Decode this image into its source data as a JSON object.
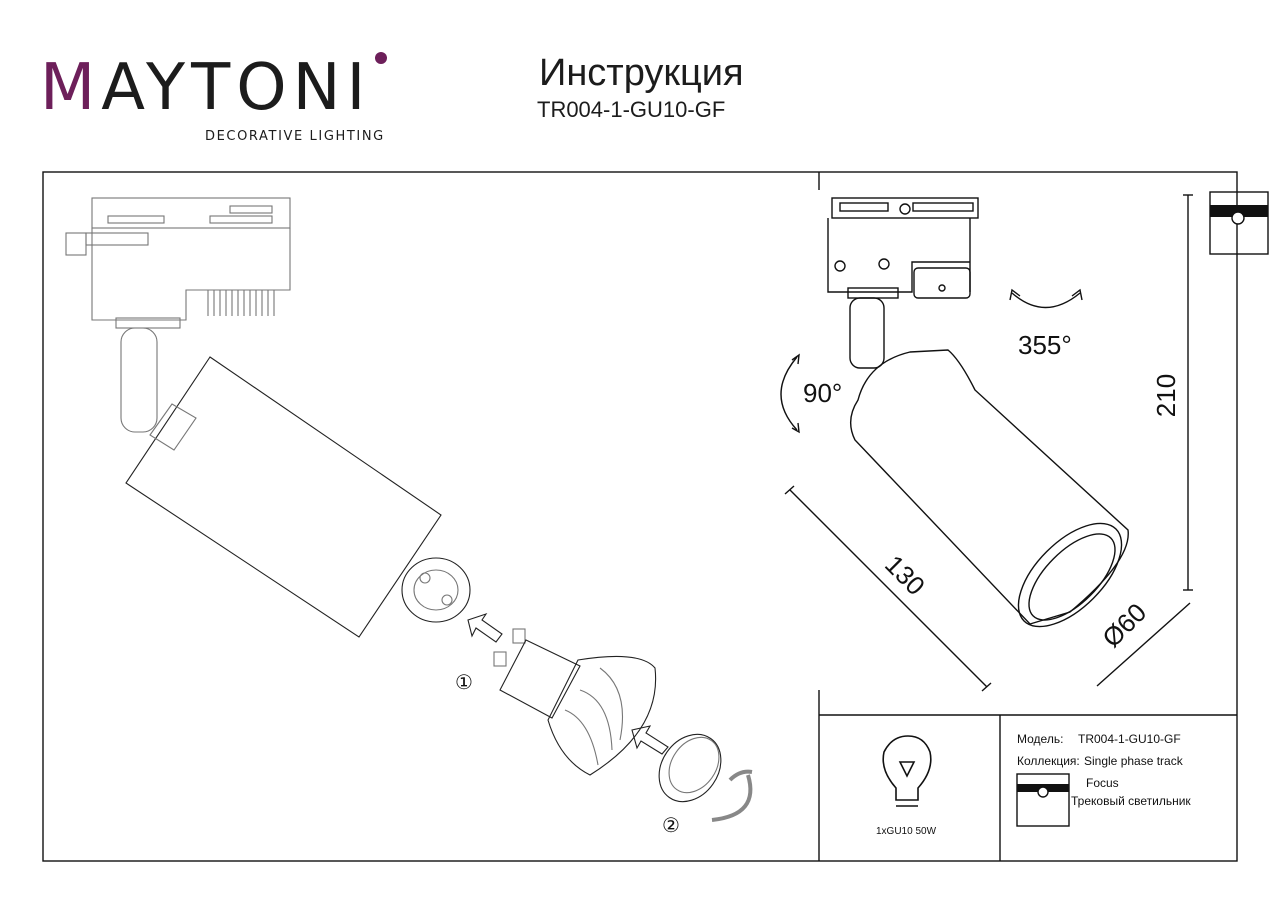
{
  "brand": {
    "logo_text": "MAYTONI",
    "tagline": "DECORATIVE LIGHTING",
    "accent_color": "#6d1f5a"
  },
  "header": {
    "title": "Инструкция",
    "model_code": "TR004-1-GU10-GF"
  },
  "steps": {
    "step1": "①",
    "step2": "②"
  },
  "dimensions": {
    "rotation_horizontal": "355°",
    "rotation_vertical": "90°",
    "length": "130",
    "height": "210",
    "diameter": "Ø60"
  },
  "info": {
    "lamp_spec": "1xGU10 50W",
    "model_label": "Модель:",
    "model_value": "TR004-1-GU10-GF",
    "collection_label": "Коллекция:",
    "collection_value": "Single phase track",
    "series": "Focus",
    "type": "Трековый светильник"
  }
}
